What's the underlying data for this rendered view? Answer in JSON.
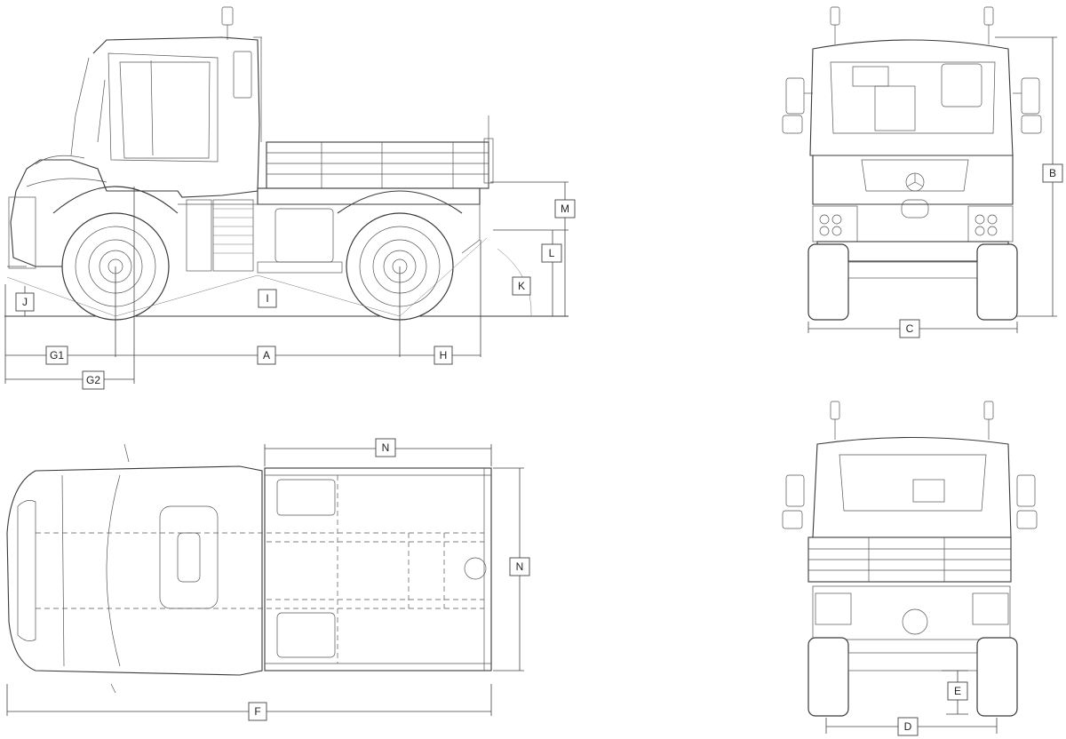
{
  "dimension_labels": {
    "A": "A",
    "B": "B",
    "C": "C",
    "D": "D",
    "E": "E",
    "F": "F",
    "G1": "G1",
    "G2": "G2",
    "H": "H",
    "I": "I",
    "J": "J",
    "K": "K",
    "L": "L",
    "M": "M",
    "N_top": "N",
    "N_side": "N"
  }
}
